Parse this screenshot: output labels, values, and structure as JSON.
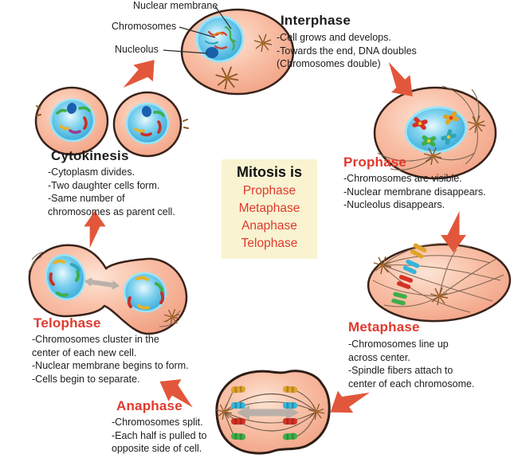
{
  "diagram_title": "Mitosis cycle diagram",
  "colors": {
    "arrow": "#e2573b",
    "stage_heading_red": "#e03a2e",
    "body_text": "#1c1c1c",
    "center_box_bg": "#f9f3d1",
    "cell_fill": "#f5ac90",
    "cell_outline": "#38221a",
    "nucleus_fill": "#2aa4d8",
    "gray_arrow": "#b3ada7"
  },
  "callouts": {
    "nuclear_membrane": "Nuclear membrane",
    "chromosomes": "Chromosomes",
    "nucleolus": "Nucleolus"
  },
  "center_box": {
    "title": "Mitosis is",
    "stages": [
      "Prophase",
      "Metaphase",
      "Anaphase",
      "Telophase"
    ]
  },
  "stages": {
    "interphase": {
      "title": "Interphase",
      "lines": [
        "-Cell grows and develops.",
        "-Towards the end, DNA doubles",
        "(Chromosomes double)"
      ]
    },
    "prophase": {
      "title": "Prophase",
      "lines": [
        "-Chromosomes are visible.",
        "-Nuclear membrane disappears.",
        "-Nucleolus disappears."
      ]
    },
    "metaphase": {
      "title": "Metaphase",
      "lines": [
        "-Chromosomes line up",
        "across center.",
        "-Spindle fibers attach to",
        "center of each chromosome."
      ]
    },
    "anaphase": {
      "title": "Anaphase",
      "lines": [
        "-Chromosomes split.",
        "-Each half is pulled to",
        "opposite side of cell."
      ]
    },
    "telophase": {
      "title": "Telophase",
      "lines": [
        "-Chromosomes cluster in the",
        "center of each new cell.",
        "-Nuclear membrane begins to form.",
        "-Cells begin to separate."
      ]
    },
    "cytokinesis": {
      "title": "Cytokinesis",
      "lines": [
        "-Cytoplasm divides.",
        "-Two daughter cells form.",
        "-Same number of",
        "chromosomes as parent cell."
      ]
    }
  }
}
